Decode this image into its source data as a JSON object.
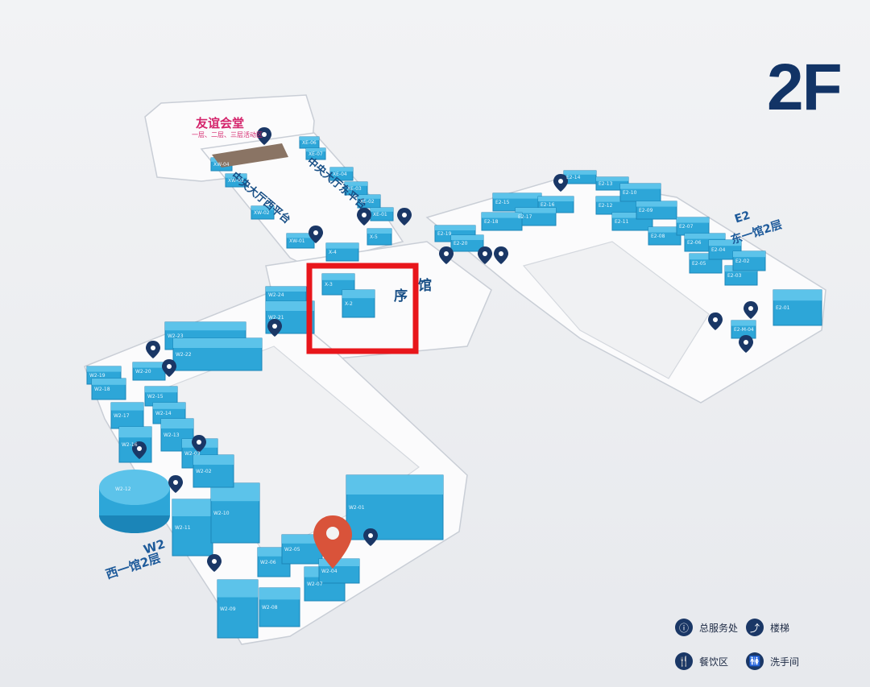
{
  "floor": "2F",
  "labels": {
    "friendship_hall": "友谊会堂",
    "friendship_hall_sub": "一层、二层、三层活动区",
    "central_east": "中央大厅东平台",
    "central_west": "中央大厅西平台",
    "east_code": "E2",
    "east_name": "东一馆2层",
    "west_code": "W2",
    "west_name": "西一馆2层",
    "center_char1": "序",
    "center_char2": "馆"
  },
  "booths": {
    "xe": [
      "XE-06",
      "XE-07",
      "XE-04",
      "XE-03",
      "XE-02",
      "XE-01"
    ],
    "xw": [
      "XW-04",
      "XW-03",
      "XW-02",
      "XW-01"
    ],
    "x": [
      "X-5",
      "X-4",
      "X-3",
      "X-2"
    ],
    "e": [
      "E2-14",
      "E2-13",
      "E2-15",
      "E2-16",
      "E2-17",
      "E2-18",
      "E2-19",
      "E2-20",
      "E2-12",
      "E2-11",
      "E2-10",
      "E2-09",
      "E2-08",
      "E2-07",
      "E2-06",
      "E2-05",
      "E2-04",
      "E2-03",
      "E2-02",
      "E2-01",
      "E2-M-04"
    ],
    "w": [
      "W2-24",
      "W2-23",
      "W2-22",
      "W2-21",
      "W2-20",
      "W2-19",
      "W2-18",
      "W2-17",
      "W2-16",
      "W2-15",
      "W2-14",
      "W2-13",
      "W2-12",
      "W2-11",
      "W2-10",
      "W2-09",
      "W2-08",
      "W2-07",
      "W2-06",
      "W2-05",
      "W2-04",
      "W2-03",
      "W2-02",
      "W2-01"
    ]
  },
  "legend": [
    {
      "icon": "service-desk-icon",
      "symbol": "ⓘ",
      "label": "总服务处"
    },
    {
      "icon": "stairs-icon",
      "symbol": "⤴",
      "label": "楼梯"
    },
    {
      "icon": "dining-icon",
      "symbol": "🍴",
      "label": "餐饮区"
    },
    {
      "icon": "restroom-icon",
      "symbol": "🚻",
      "label": "洗手间"
    }
  ],
  "colors": {
    "booth": "#2da6d8",
    "booth_top": "#5cc3ea",
    "highlight": "#e8161b",
    "pin": "#d9533a",
    "marker": "#1a3766"
  }
}
